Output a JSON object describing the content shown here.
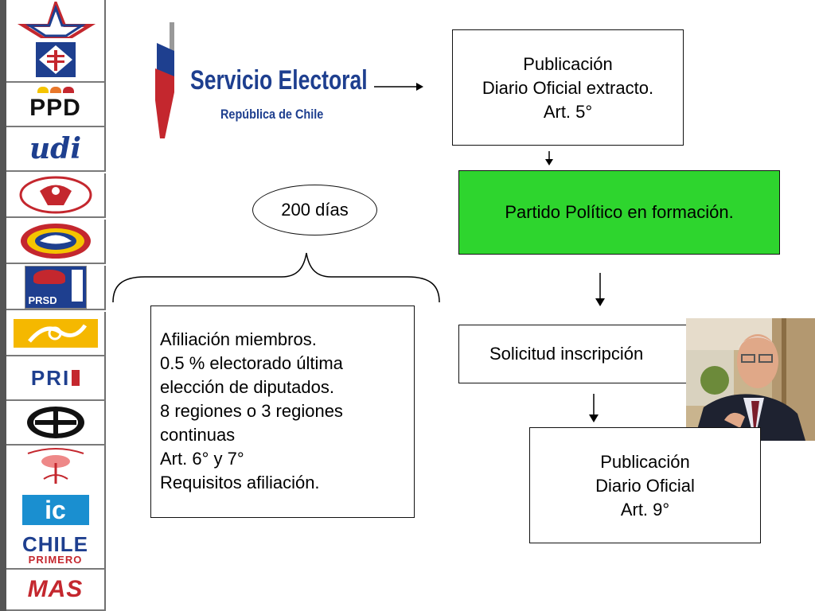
{
  "colors": {
    "green_box": "#2ed52e",
    "servel_blue": "#1e3f8f",
    "servel_red": "#c4272e",
    "sidebar_strip": "#555555"
  },
  "sidebar": {
    "logos": [
      {
        "name": "star-party-logo",
        "text": ""
      },
      {
        "name": "dc-party-logo",
        "text": ""
      },
      {
        "name": "ppd-party-logo",
        "text": "PPD"
      },
      {
        "name": "udi-party-logo",
        "text": "udi"
      },
      {
        "name": "ps-party-logo",
        "text": ""
      },
      {
        "name": "rn-party-logo",
        "text": ""
      },
      {
        "name": "prsd-party-logo",
        "text": "PRSD"
      },
      {
        "name": "yellow-party-logo",
        "text": ""
      },
      {
        "name": "pri-party-logo",
        "text": "PRI"
      },
      {
        "name": "humanista-party-logo",
        "text": ""
      },
      {
        "name": "phoenix-party-logo",
        "text": ""
      },
      {
        "name": "ic-party-logo",
        "text": "ic"
      },
      {
        "name": "chile-primero-party-logo",
        "text": "CHILE",
        "subtext": "PRIMERO"
      },
      {
        "name": "mas-party-logo",
        "text": "MAS"
      }
    ]
  },
  "servel": {
    "title": "Servicio Electoral",
    "subtitle": "República de Chile"
  },
  "boxes": {
    "publicacion_extracto": [
      "Publicación",
      "Diario Oficial extracto.",
      "Art. 5°"
    ],
    "partido_formacion": "Partido Político en formación.",
    "solicitud": "Solicitud inscripción",
    "publicacion_final": [
      "Publicación",
      "Diario Oficial",
      "Art. 9°"
    ],
    "afiliacion": [
      "Afiliación miembros.",
      "0.5 % electorado última",
      "elección de diputados.",
      "8 regiones o 3 regiones",
      "continuas",
      "Art. 6° y 7°",
      "Requisitos afiliación."
    ]
  },
  "ellipse": {
    "label": "200 días"
  }
}
